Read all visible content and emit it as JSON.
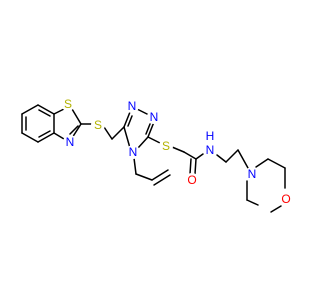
{
  "colors": {
    "carbon_bond": "#000000",
    "nitrogen": "#0000ff",
    "oxygen": "#ff0000",
    "sulfur": "#b2b200",
    "background": "#ffffff"
  },
  "atoms": {
    "s_thiazole": "S",
    "n_thiazole": "N",
    "s_linker_1": "S",
    "n_triazole_1": "N",
    "n_triazole_2": "N",
    "n_triazole_4": "N",
    "s_linker_2": "S",
    "o_carbonyl": "O",
    "nh_amide": "N",
    "h_amide": "H",
    "n_morpholine": "N",
    "o_morpholine": "O"
  }
}
